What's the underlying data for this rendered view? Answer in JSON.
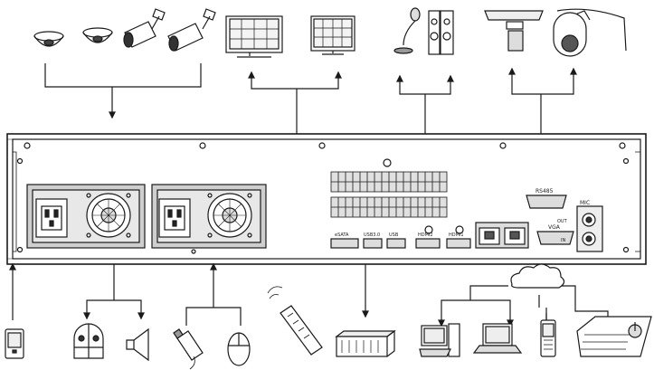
{
  "labels": {
    "rs485": "RS485",
    "vga": "VGA",
    "mic": "MIC",
    "mic_out": "OUT",
    "mic_in": "IN",
    "esata": "eSATA",
    "usb1": "USB3.0",
    "usb2": "USB",
    "hdmi2": "HDMI2",
    "hdmi1": "HDMI1"
  },
  "devices": {
    "top": [
      "dome-camera",
      "dome-camera",
      "bullet-camera",
      "bullet-camera",
      "monitor",
      "monitor",
      "microphone",
      "speaker",
      "ptz-camera",
      "speed-dome"
    ],
    "bottom": [
      "pda",
      "alarm-siren",
      "alarm-horn",
      "usb-flash",
      "mouse",
      "remote-control",
      "storage-array",
      "desktop-pc",
      "laptop",
      "mobile-phone",
      "ptz-keyboard"
    ]
  },
  "colors": {
    "line": "#1a1a1a",
    "panel": "#ffffff",
    "shade": "#d8d8d8"
  }
}
